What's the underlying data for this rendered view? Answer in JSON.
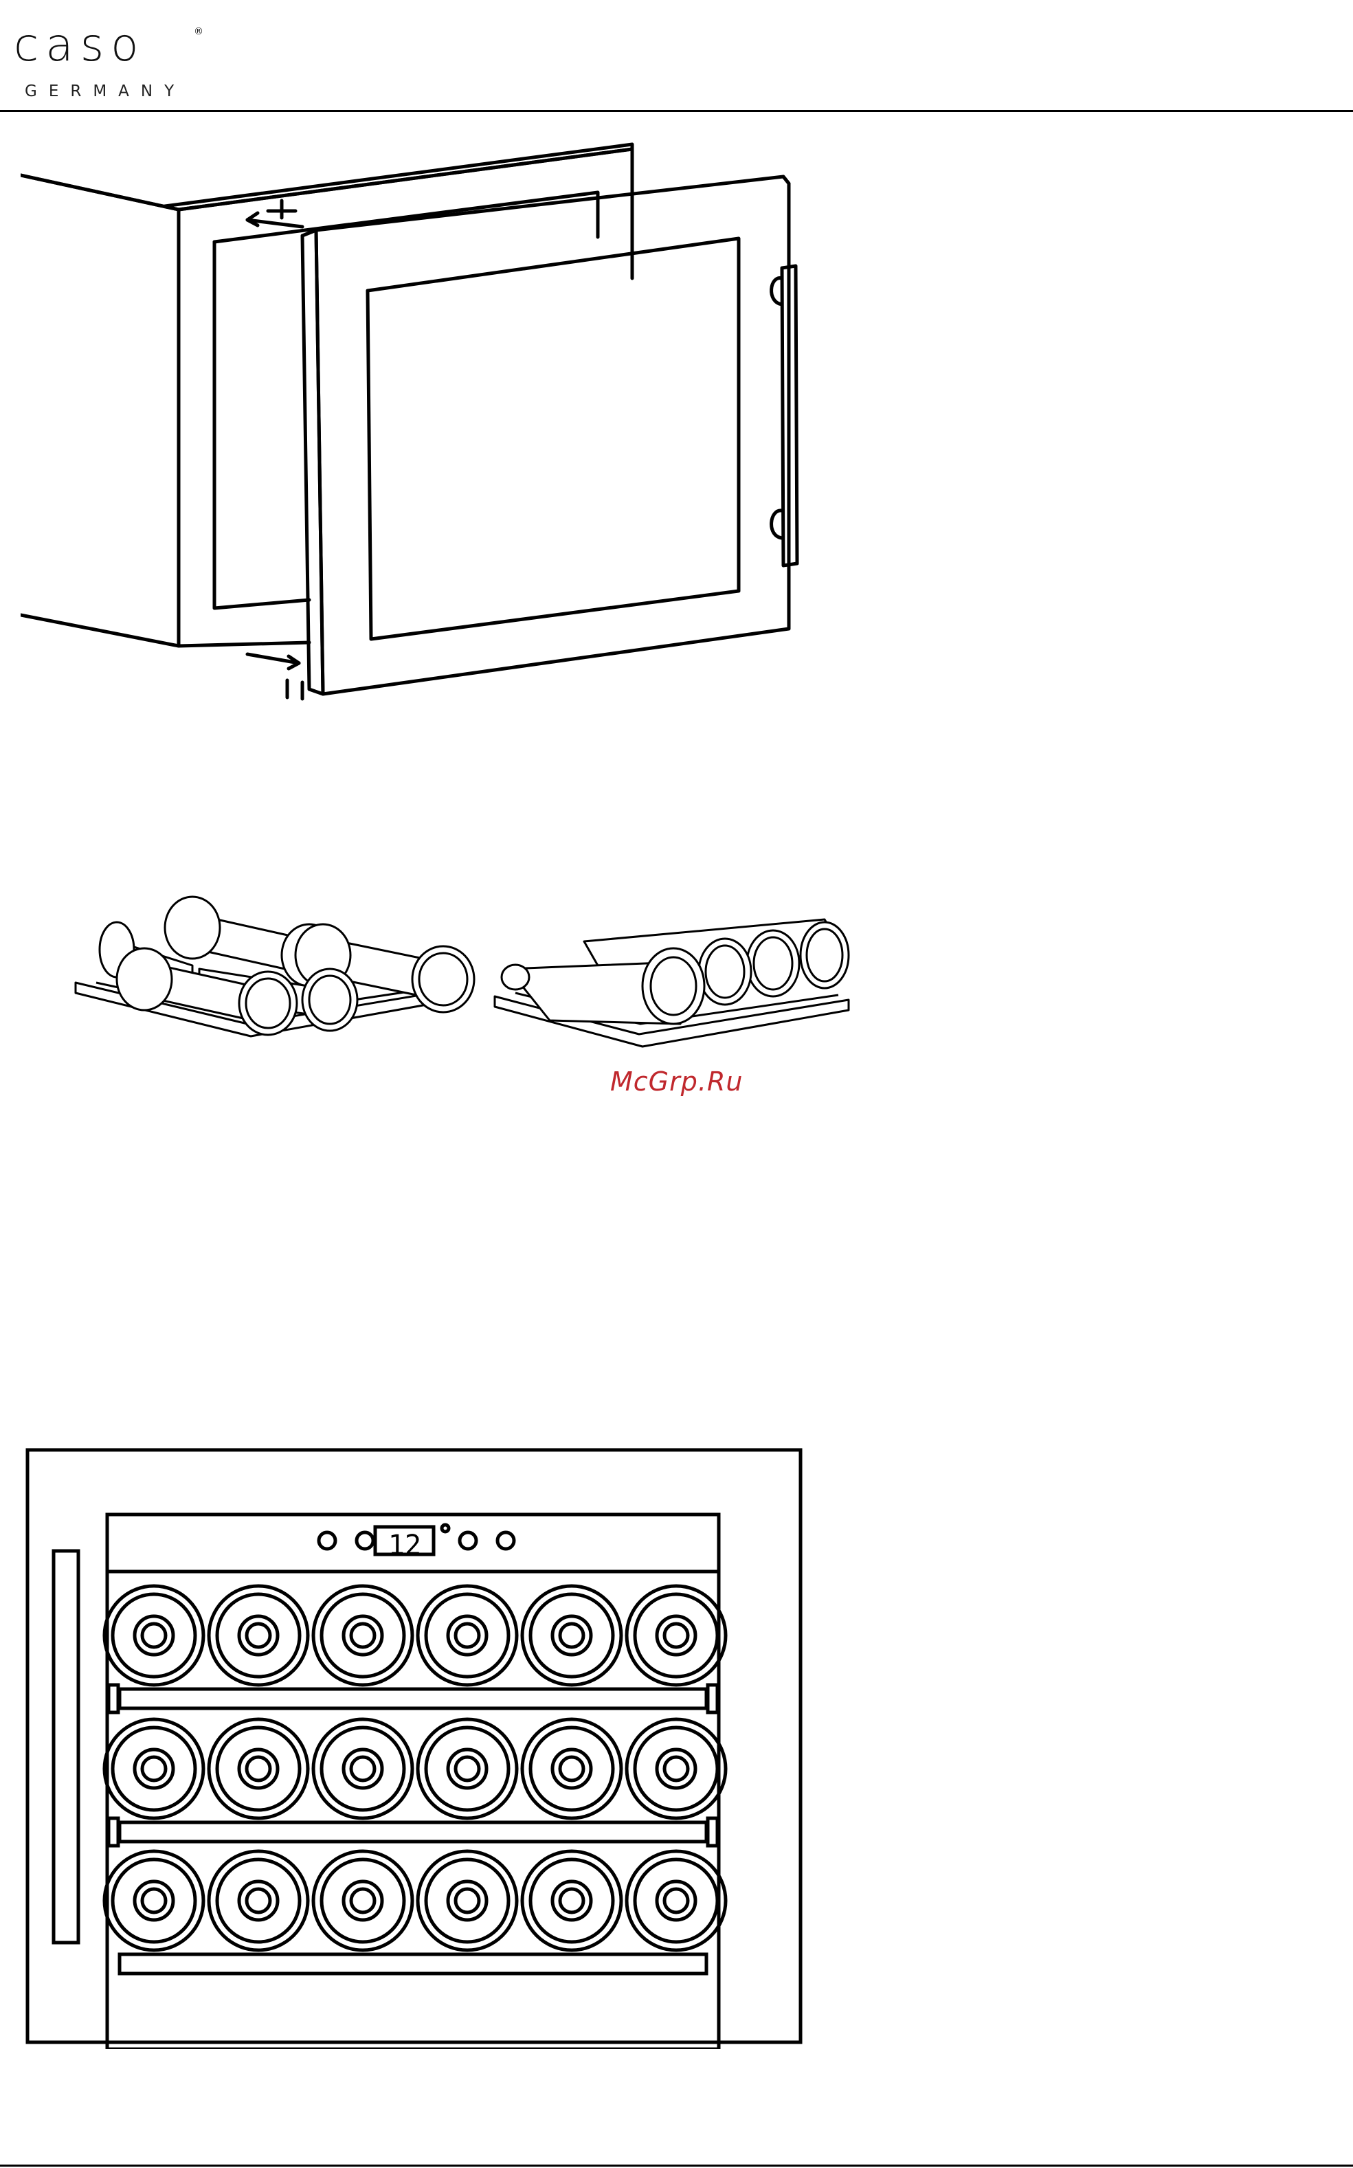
{
  "header": {
    "brand": "caso",
    "brand_registered": "®",
    "brand_sub": "GERMANY"
  },
  "figures": {
    "door_assembly": {
      "icon": "door-mounting-diagram"
    },
    "shelf_options": {
      "icon": "wine-shelf-bottles-diagram"
    },
    "front_view": {
      "icon": "wine-cooler-front-diagram",
      "display_readout": "12"
    }
  },
  "watermark": {
    "text": "McGrp.Ru",
    "color": "#c0282d"
  },
  "colors": {
    "line": "#000000",
    "background": "#ffffff",
    "watermark": "#c0282d"
  }
}
